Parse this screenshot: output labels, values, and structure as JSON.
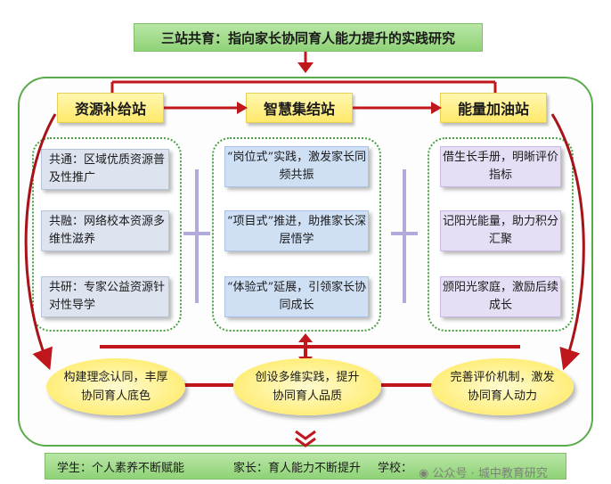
{
  "title": "三站共育：指向家长协同育人能力提升的实践研究",
  "stations": [
    {
      "label": "资源补给站",
      "items": [
        "共通：区域优质资源普及性推广",
        "共融：网络校本资源多维性滋养",
        "共研：专家公益资源针对性导学"
      ]
    },
    {
      "label": "智慧集结站",
      "items": [
        "“岗位式”实践，激发家长同频共振",
        "“项目式”推进，助推家长深层悟学",
        "“体验式”延展，引领家长协同成长"
      ]
    },
    {
      "label": "能量加油站",
      "items": [
        "借生长手册，明晰评价指标",
        "记阳光能量，助力积分汇聚",
        "颁阳光家庭，激励后续成长"
      ]
    }
  ],
  "outcomes": [
    "构建理念认同，丰厚协同育人底色",
    "创设多维实践，提升协同育人品质",
    "完善评价机制，激发协同育人动力"
  ],
  "footer": {
    "student": "学生：个人素养不断赋能",
    "parent": "家长：育人能力不断提升",
    "school": "学校："
  },
  "watermark": "公众号 · 城中教育研究",
  "colors": {
    "frame": "#5aab4a",
    "arrow": "#c0171d",
    "station_fill": "#ffe96a",
    "outcome_fill": "#ffee7a",
    "banner_fill": "#8fd277"
  }
}
